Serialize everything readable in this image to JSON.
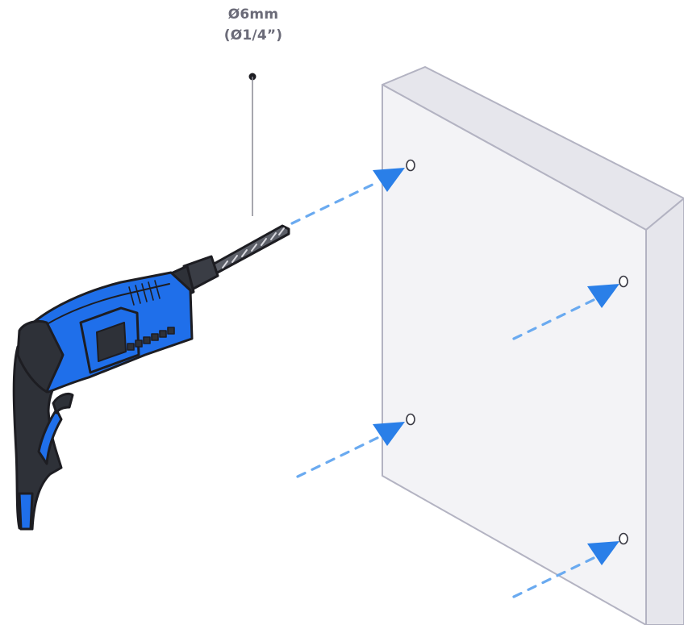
{
  "drill_bit_label": {
    "line1": "Ø6mm",
    "line2": "(Ø1/4”)"
  },
  "hole_count": 4,
  "colors": {
    "tool_blue": "#1f6fea",
    "tool_dark": "#2e3138",
    "arrow_blue": "#2a7fe8",
    "arrow_dash": "#6aaaf0",
    "panel_front": "#f3f3f6",
    "panel_edge": "#e6e6ec",
    "panel_outline": "#b3b3c2",
    "label_text": "#6b6b78"
  },
  "icons": [
    "power-drill-icon",
    "drill-bit-icon",
    "arrow-icon",
    "hole-icon"
  ]
}
